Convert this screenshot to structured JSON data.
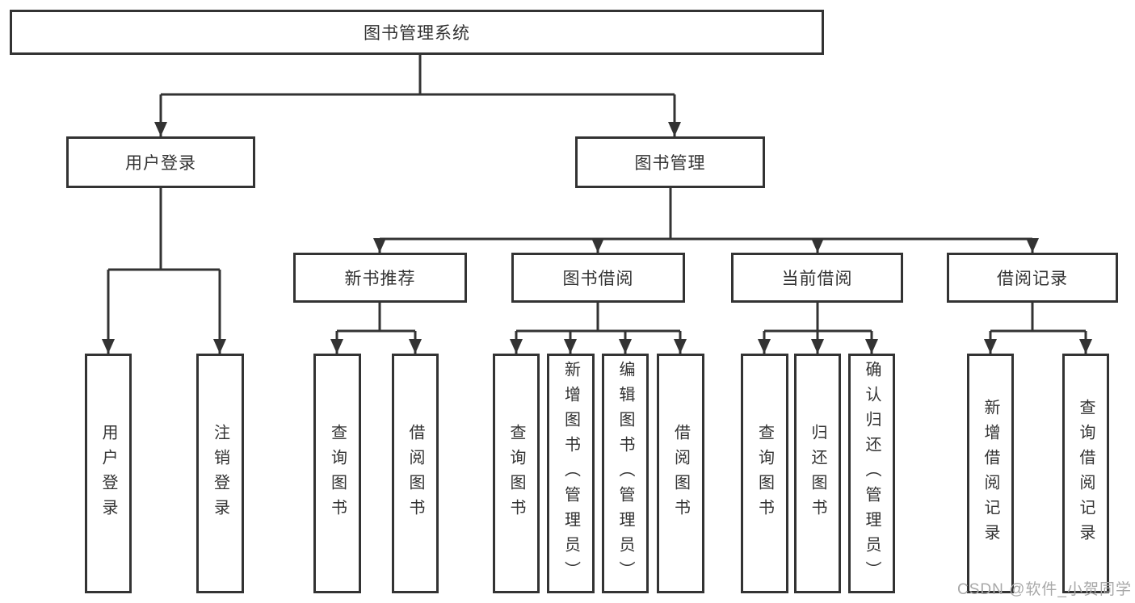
{
  "diagram": {
    "title": "图书管理系统",
    "level2": [
      {
        "label": "用户登录"
      },
      {
        "label": "图书管理"
      }
    ],
    "level3": [
      {
        "label": "新书推荐"
      },
      {
        "label": "图书借阅"
      },
      {
        "label": "当前借阅"
      },
      {
        "label": "借阅记录"
      }
    ],
    "leaves": [
      {
        "parent": "用户登录",
        "label": "用户登录"
      },
      {
        "parent": "用户登录",
        "label": "注销登录"
      },
      {
        "parent": "新书推荐",
        "label": "查询图书"
      },
      {
        "parent": "新书推荐",
        "label": "借阅图书"
      },
      {
        "parent": "图书借阅",
        "label": "查询图书"
      },
      {
        "parent": "图书借阅",
        "label": "新增图书（管理员）"
      },
      {
        "parent": "图书借阅",
        "label": "编辑图书（管理员）"
      },
      {
        "parent": "图书借阅",
        "label": "借阅图书"
      },
      {
        "parent": "当前借阅",
        "label": "查询图书"
      },
      {
        "parent": "当前借阅",
        "label": "归还图书"
      },
      {
        "parent": "当前借阅",
        "label": "确认归还（管理员）"
      },
      {
        "parent": "借阅记录",
        "label": "新增借阅记录"
      },
      {
        "parent": "借阅记录",
        "label": "查询借阅记录"
      }
    ]
  },
  "watermark": {
    "text": "CSDN @软件_小贺同学"
  },
  "colors": {
    "line": "#333333",
    "box_border": "#333333",
    "text": "#333333",
    "watermark": "#a8a8a8",
    "background": "#ffffff"
  }
}
